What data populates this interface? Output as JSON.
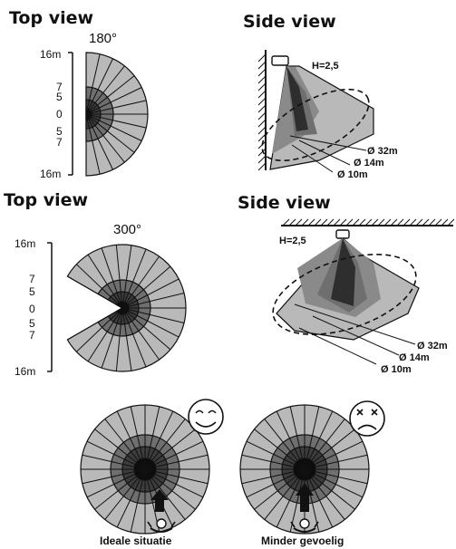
{
  "panel_top": {
    "top_view_title": "Top view",
    "side_view_title": "Side view",
    "angle": "180°",
    "height_label": "H=2,5",
    "axis_labels": [
      "16m",
      "7",
      "5",
      "0",
      "5",
      "7",
      "16m"
    ],
    "diameters": [
      "Ø 32m",
      "Ø 14m",
      "Ø 10m"
    ]
  },
  "panel_middle": {
    "top_view_title": "Top view",
    "side_view_title": "Side view",
    "angle": "300°",
    "height_label": "H=2,5",
    "axis_labels": [
      "16m",
      "7",
      "5",
      "0",
      "5",
      "7",
      "16m"
    ],
    "diameters": [
      "Ø 32m",
      "Ø 14m",
      "Ø 10m"
    ]
  },
  "panel_bottom": {
    "ideal_caption": "Ideale situatie",
    "less_caption": "Minder gevoelig",
    "ideal_face_icon": "smiley-face-icon",
    "less_face_icon": "sad-face-icon"
  },
  "colors": {
    "light_zone": "#b9b9b9",
    "mid_zone": "#6f6f6f",
    "dark_zone": "#3c3c3c",
    "core": "#0a0a0a"
  }
}
